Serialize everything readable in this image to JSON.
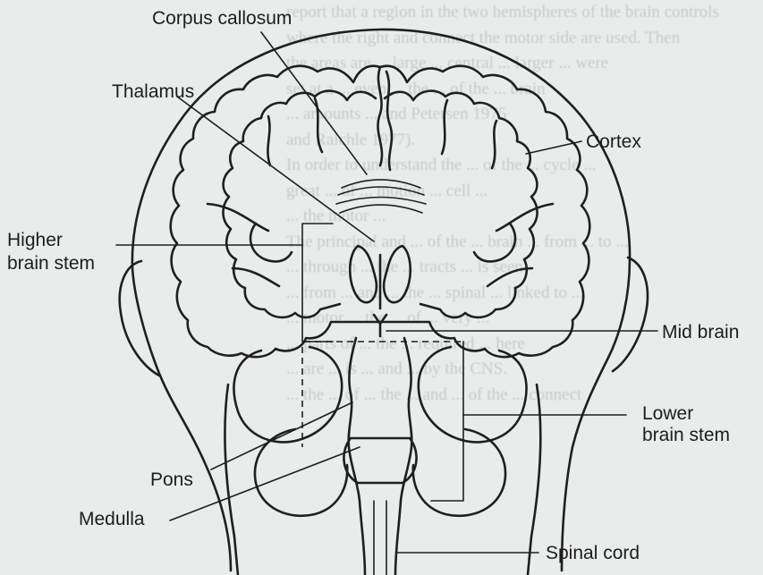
{
  "background_text": [
    "report that a region in the two hemispheres of the brain controls",
    "where the right and connect the motor side are used. Then",
    "the areas are ... large ... central ... larger ... were",
    "set at a ... even ... the ... of the ... brain",
    "... amounts ... and Petersen 1975",
    "and Raichle 1977).",
    "In order to understand the ... of the ... cycle ...",
    "great ... of ... motion ... cell ...",
    "... the motor ...",
    "",
    "",
    "The principal and ... of the ... brain ... from ... to ...",
    "... through ... the ... tracts ... is seen",
    "... from ... and ... the ... spinal ... linked to ...",
    "... motor ... the ... of ... very ...",
    "... parts of ... the ... required ... here",
    "... are ... is ... and ... by the CNS.",
    "... the ... of ... the ... and ... of the ... connect"
  ],
  "labels": {
    "corpus_callosum": "Corpus callosum",
    "thalamus": "Thalamus",
    "cortex": "Cortex",
    "higher_brain_stem_line1": "Higher",
    "higher_brain_stem_line2": "brain stem",
    "mid_brain": "Mid brain",
    "lower_brain_stem_line1": "Lower",
    "lower_brain_stem_line2": "brain stem",
    "pons": "Pons",
    "medulla": "Medulla",
    "spinal_cord": "Spinal cord"
  },
  "colors": {
    "ink": "#1f1f1f",
    "paper": "#e9ecea",
    "faded_text": "#c7ccc9"
  }
}
